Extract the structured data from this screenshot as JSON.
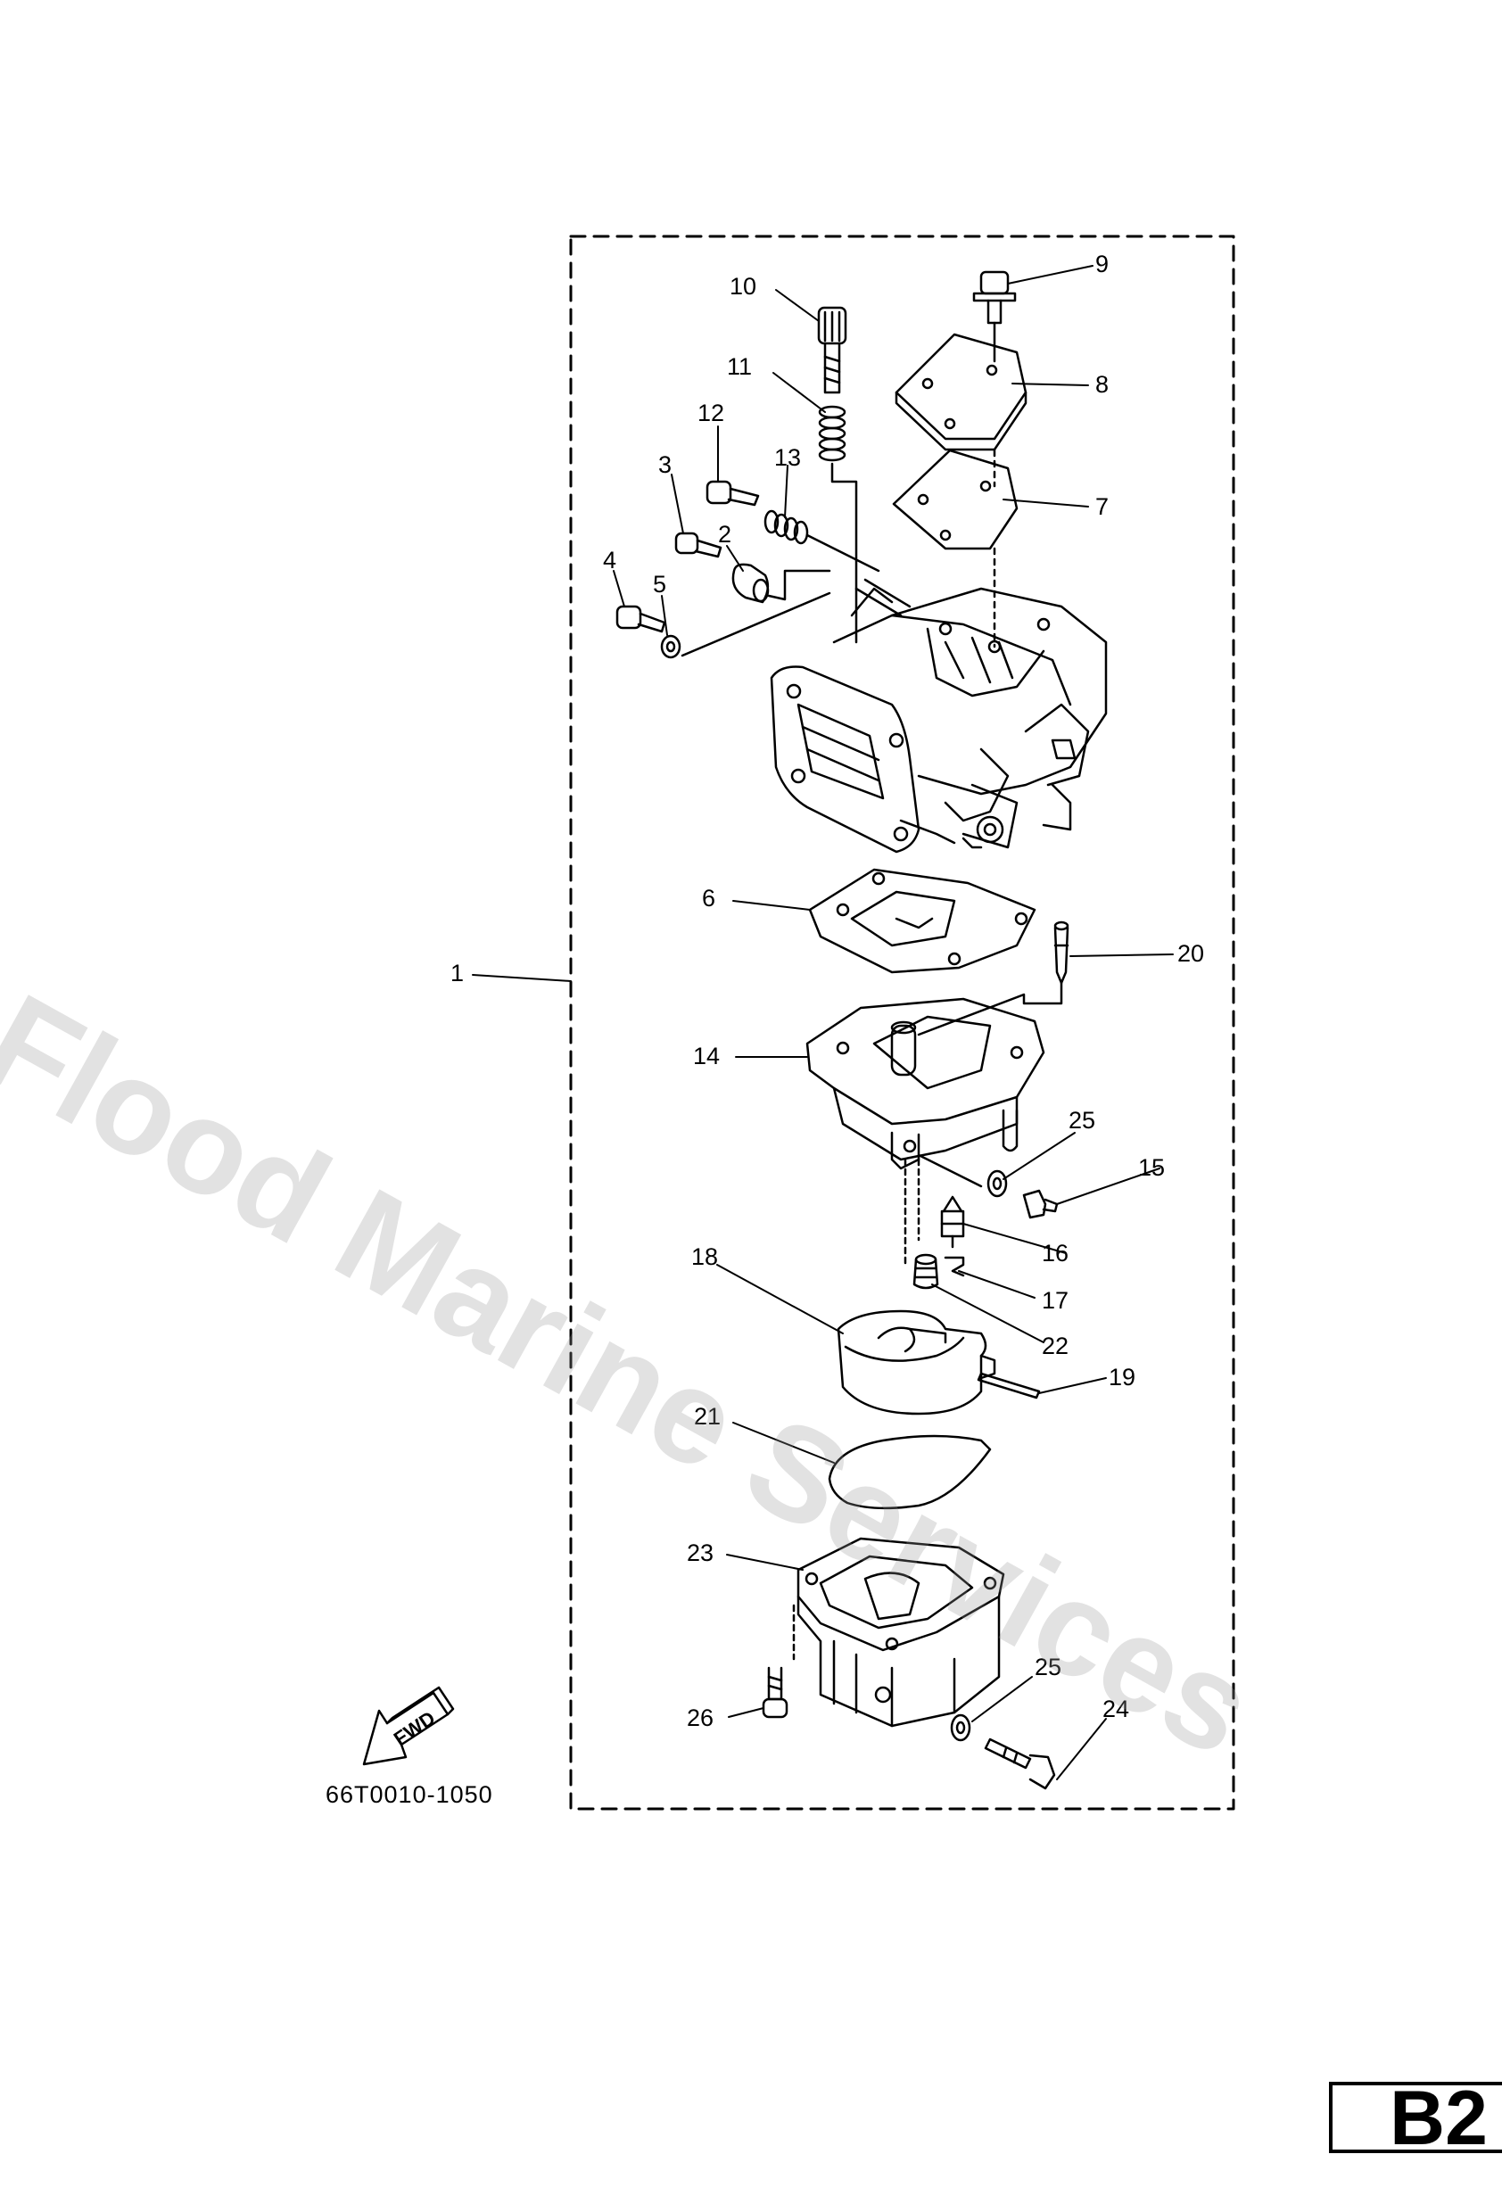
{
  "callouts": [
    "1",
    "2",
    "3",
    "4",
    "5",
    "6",
    "7",
    "8",
    "9",
    "10",
    "11",
    "12",
    "13",
    "14",
    "15",
    "16",
    "17",
    "18",
    "19",
    "20",
    "21",
    "22",
    "23",
    "24",
    "25",
    "25",
    "26"
  ],
  "part_code": "66T0010-1050",
  "page_id": "B2",
  "fwd_label": "FWD",
  "watermark": "Flood Marine Services",
  "colors": {
    "line": "#000000",
    "watermark": "#9a9a9a"
  }
}
